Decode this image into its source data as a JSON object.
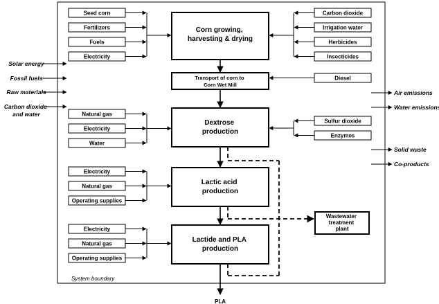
{
  "processes": {
    "corn": [
      "Corn growing,",
      "harvesting & drying"
    ],
    "transport": [
      "Transport of corn to",
      "Corn Wet Mill"
    ],
    "dextrose": [
      "Dextrose",
      "production"
    ],
    "lactic": [
      "Lactic acid",
      "production"
    ],
    "pla": [
      "Lactide and PLA",
      "production"
    ]
  },
  "inputs": {
    "corn_left": [
      "Seed corn",
      "Fertilizers",
      "Fuels",
      "Electricity"
    ],
    "corn_right": [
      "Carbon dioxide",
      "Irrigation water",
      "Herbicides",
      "Insecticides"
    ],
    "transport_right": [
      "Diesel"
    ],
    "dextrose_left": [
      "Natural gas",
      "Electricity",
      "Water"
    ],
    "dextrose_right": [
      "Sulfur dioxide",
      "Enzymes"
    ],
    "lactic_left": [
      "Electricity",
      "Natural gas",
      "Operating supplies"
    ],
    "pla_left": [
      "Electricity",
      "Natural gas",
      "Operating supplies"
    ]
  },
  "external_inputs": [
    "Solar energy",
    "Fossil fuels",
    "Raw materials",
    "Carbon dioxide",
    "and water"
  ],
  "outputs": [
    "Air emissions",
    "Water emissions",
    "Solid waste",
    "Co-products"
  ],
  "wastewater": [
    "Wastewater",
    "treatment",
    "plant"
  ],
  "boundary_label": "System boundary",
  "final_product": "PLA"
}
